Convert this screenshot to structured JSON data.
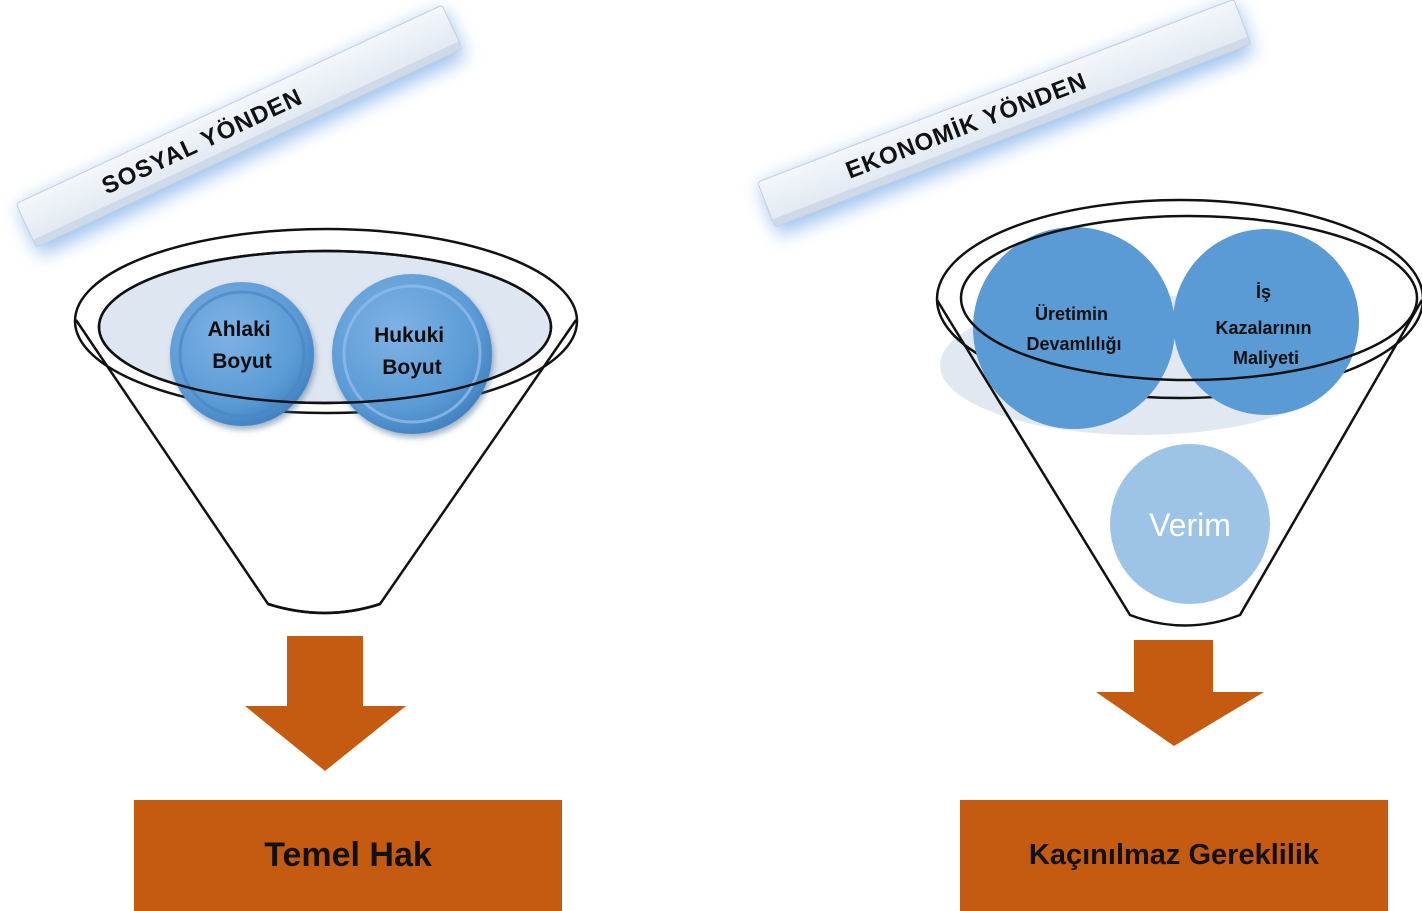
{
  "colors": {
    "arrow": "#c55a11",
    "bubble_dark": "#5b9bd5",
    "bubble_light": "#9dc3e6",
    "funnel_fill": "#dee6f1",
    "banner_glow": "#8fb9ec"
  },
  "left": {
    "banner": "SOSYAL YÖNDEN",
    "bubbles": [
      {
        "lines": [
          "Ahlaki",
          "Boyut"
        ]
      },
      {
        "lines": [
          "Hukuki",
          "Boyut"
        ]
      }
    ],
    "result": "Temel Hak"
  },
  "right": {
    "banner": "EKONOMİK YÖNDEN",
    "bubbles": [
      {
        "lines": [
          "Üretimin",
          "Devamlılığı"
        ]
      },
      {
        "lines": [
          "İş",
          "Kazalarının",
          "Maliyeti"
        ]
      }
    ],
    "lower_bubble": "Verim",
    "result": "Kaçınılmaz Gereklilik"
  }
}
